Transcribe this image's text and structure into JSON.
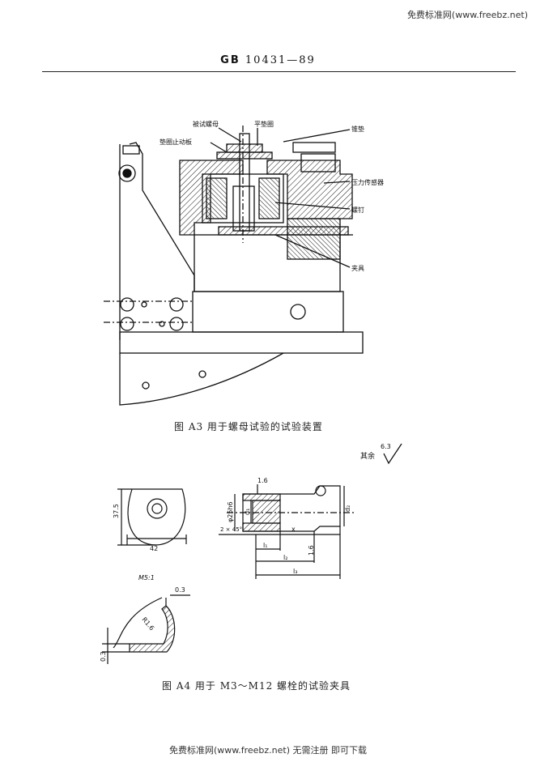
{
  "watermark": {
    "top": "免费标准网(www.freebz.net)",
    "bottom": "免费标准网(www.freebz.net) 无需注册 即可下载"
  },
  "header": {
    "code": "GB",
    "number": "10431—89"
  },
  "figure_a3": {
    "caption": "图 A3   用于螺母试验的试验装置",
    "labels": {
      "nut_under_test": "被试螺母",
      "flat_washer": "平垫圈",
      "washer_stop": "垫圈止动板",
      "cone_washer": "锥垫",
      "pressure_sensor": "压力传感器",
      "screw": "螺钉",
      "fixture": "夹具"
    }
  },
  "figure_a4": {
    "caption": "图 A4   用于 M3～M12 螺栓的试验夹具",
    "roughness_prefix": "其余",
    "roughness_value": "6.3",
    "dims": {
      "d375": "37.5",
      "d42": "42",
      "d16_top": "1.6",
      "phi2516": "φ25h6",
      "d1": "d₁",
      "d2": "d₂",
      "chamfer": "2 × 45°",
      "x": "x",
      "l1": "l₁",
      "l2": "l₂",
      "l3": "l₃",
      "d16_side": "1.6",
      "m5": "M5:1",
      "d03a": "0.3",
      "r16": "R1.6",
      "d03b": "0.3"
    }
  }
}
